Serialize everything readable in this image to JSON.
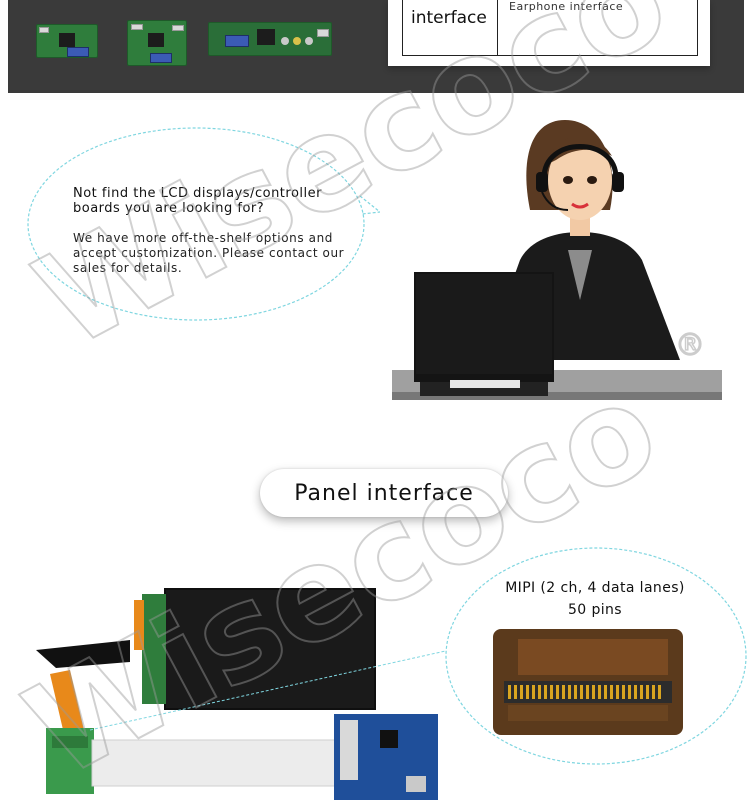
{
  "spec_table": {
    "left_cell": "interface",
    "right_cell": "Earphone interface"
  },
  "support": {
    "title": "Not find the LCD displays/controller boards you are looking for?",
    "body": "We have more off-the-shelf options and accept customization. Please contact our sales for details."
  },
  "panel_section": {
    "heading": "Panel interface"
  },
  "zoom_callout": {
    "line1": "MIPI (2 ch, 4 data lanes)",
    "line2": "50 pins"
  },
  "watermark": {
    "text": "Wisecoco",
    "mark": "®"
  },
  "colors": {
    "top_band": "#3a3a3a",
    "pcb_green": "#2f7d3c",
    "pcb_blue": "#1f4f9a",
    "bubble_outline": "#7fd6e0",
    "flex_orange": "#e8891a"
  },
  "icons": {
    "agent": "customer-service-agent-illustration",
    "board_1": "controller-board-1",
    "board_2": "controller-board-2",
    "board_3": "controller-board-3"
  }
}
